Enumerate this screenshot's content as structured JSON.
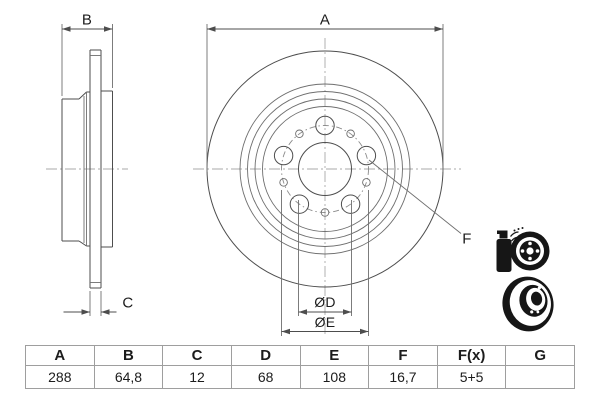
{
  "drawing": {
    "labels": {
      "a": "A",
      "b": "B",
      "c": "C",
      "diameter_d": "ØD",
      "diameter_e": "ØE",
      "f": "F"
    }
  },
  "table": {
    "headers": [
      "A",
      "B",
      "C",
      "D",
      "E",
      "F",
      "F(x)",
      "G"
    ],
    "values": [
      "288",
      "64,8",
      "12",
      "68",
      "108",
      "16,7",
      "5+5",
      ""
    ]
  },
  "icons": [
    {
      "name": "coated-disc-spray-icon"
    },
    {
      "name": "brake-disc-perspective-icon"
    }
  ],
  "colors": {
    "background": "#ffffff",
    "line": "#4d4d4d",
    "centerline": "#a8a8a8",
    "table_border": "#9e9e9e",
    "text": "#1c1c1c",
    "icon": "#161616"
  }
}
